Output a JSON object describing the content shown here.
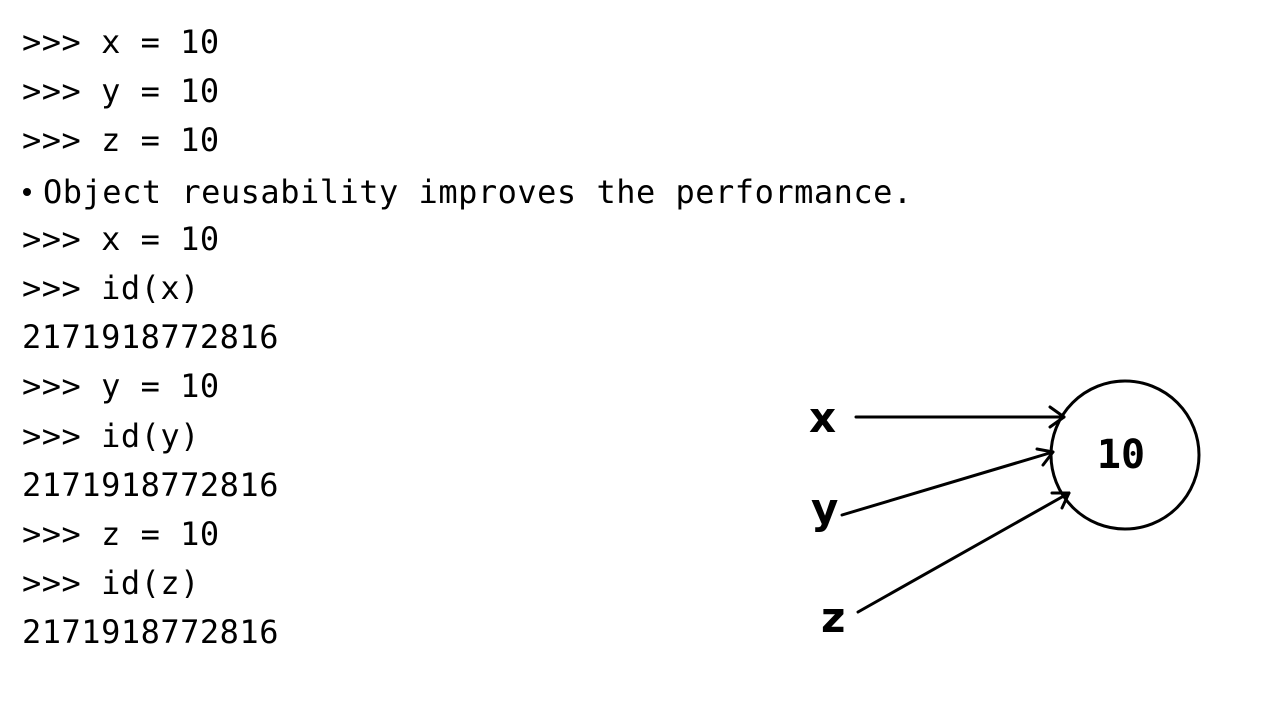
{
  "lines": [
    {
      "text": ">>> x = 10",
      "kind": "code"
    },
    {
      "text": ">>> y = 10",
      "kind": "code"
    },
    {
      "text": ">>> z = 10",
      "kind": "code"
    },
    {
      "text": "Object reusability improves the performance.",
      "kind": "bullet"
    },
    {
      "text": ">>> x = 10",
      "kind": "code"
    },
    {
      "text": ">>> id(x)",
      "kind": "code"
    },
    {
      "text": "2171918772816",
      "kind": "output"
    },
    {
      "text": ">>> y = 10",
      "kind": "code"
    },
    {
      "text": ">>> id(y)",
      "kind": "code"
    },
    {
      "text": "2171918772816",
      "kind": "output"
    },
    {
      "text": ">>> z = 10",
      "kind": "code"
    },
    {
      "text": ">>> id(z)",
      "kind": "code"
    },
    {
      "text": "2171918772816",
      "kind": "output"
    }
  ],
  "diagram": {
    "object_value": "10",
    "variables": [
      "x",
      "y",
      "z"
    ]
  }
}
